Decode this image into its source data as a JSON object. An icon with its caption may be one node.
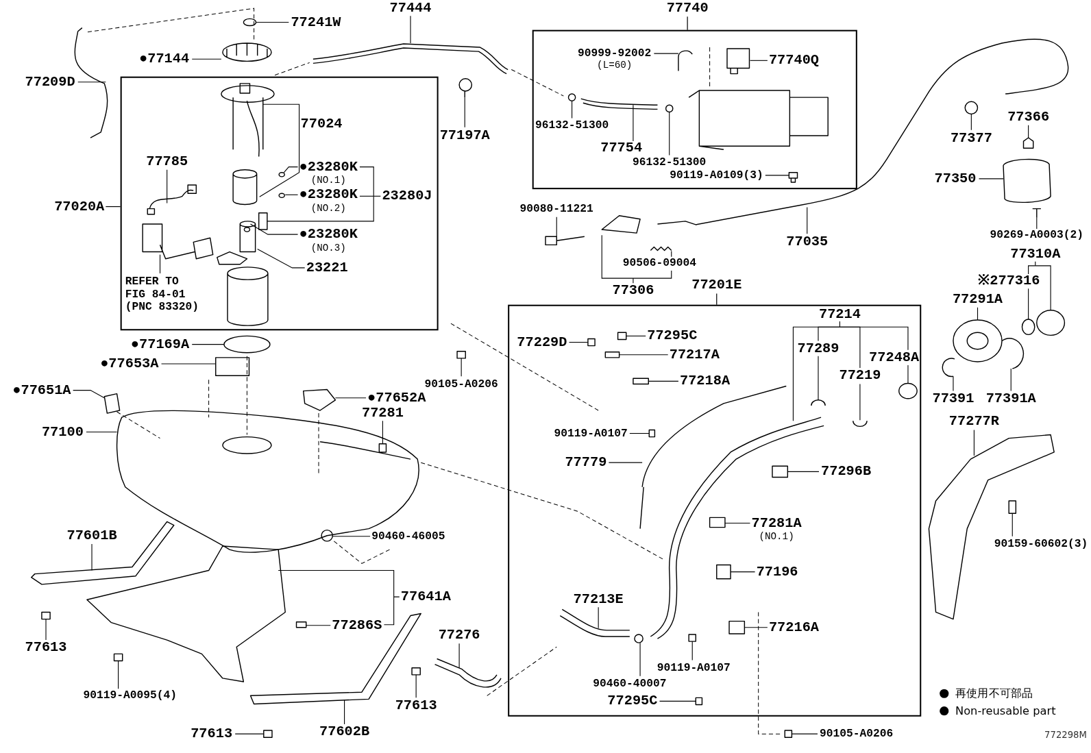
{
  "diagram": {
    "nodes": [
      {
        "text": [
          "77209D"
        ]
      },
      {
        "text": [
          "77241W"
        ]
      },
      {
        "text": [
          "●77144"
        ]
      },
      {
        "text": [
          "77444"
        ]
      },
      {
        "text": [
          "77740"
        ]
      },
      {
        "text": [
          "90999-92002",
          "(L=60)"
        ],
        "in": 4
      },
      {
        "text": [
          "77740Q"
        ],
        "in": 4
      },
      {
        "text": [
          "96132-51300"
        ],
        "in": 4
      },
      {
        "text": [
          "77754"
        ],
        "in": 4
      },
      {
        "text": [
          "96132-51300"
        ],
        "in": 4
      },
      {
        "text": [
          "90119-A0109(3)"
        ],
        "in": 4
      },
      {
        "text": [
          "77020A"
        ]
      },
      {
        "text": [
          "77024"
        ],
        "in": 11
      },
      {
        "text": [
          "77785"
        ],
        "in": 11
      },
      {
        "text": [
          "●23280K",
          "(NO.1)"
        ],
        "in": 11
      },
      {
        "text": [
          "●23280K",
          "(NO.2)"
        ],
        "in": 11
      },
      {
        "text": [
          "23280J"
        ],
        "in": 11
      },
      {
        "text": [
          "●23280K",
          "(NO.3)"
        ],
        "in": 11
      },
      {
        "text": [
          "23221"
        ],
        "in": 11
      },
      {
        "text": [
          "REFER TO FIG 84-01 (PNC 83320)"
        ],
        "in": 11
      },
      {
        "text": [
          "77197A"
        ]
      },
      {
        "text": [
          "77377"
        ]
      },
      {
        "text": [
          "77366"
        ]
      },
      {
        "text": [
          "77350"
        ]
      },
      {
        "text": [
          "90080-11221"
        ]
      },
      {
        "text": [
          "90269-A0003(2)"
        ]
      },
      {
        "text": [
          "77035"
        ]
      },
      {
        "text": [
          "90506-09004"
        ]
      },
      {
        "text": [
          "77306"
        ]
      },
      {
        "text": [
          "77310A"
        ]
      },
      {
        "text": [
          "※277316"
        ]
      },
      {
        "text": [
          "77201E"
        ]
      },
      {
        "text": [
          "77214"
        ],
        "in": 31
      },
      {
        "text": [
          "77229D"
        ],
        "in": 31
      },
      {
        "text": [
          "77295C"
        ],
        "in": 31
      },
      {
        "text": [
          "77289"
        ],
        "in": 31
      },
      {
        "text": [
          "77217A"
        ],
        "in": 31
      },
      {
        "text": [
          "77248A"
        ],
        "in": 31
      },
      {
        "text": [
          "77219"
        ],
        "in": 31
      },
      {
        "text": [
          "77218A"
        ],
        "in": 31
      },
      {
        "text": [
          "90119-A0107"
        ],
        "in": 31
      },
      {
        "text": [
          "77779"
        ],
        "in": 31
      },
      {
        "text": [
          "77296B"
        ],
        "in": 31
      },
      {
        "text": [
          "77281A",
          "(NO.1)"
        ],
        "in": 31
      },
      {
        "text": [
          "77196"
        ],
        "in": 31
      },
      {
        "text": [
          "77213E"
        ],
        "in": 31
      },
      {
        "text": [
          "77216A"
        ],
        "in": 31
      },
      {
        "text": [
          "90119-A0107"
        ],
        "in": 31
      },
      {
        "text": [
          "90460-40007"
        ],
        "in": 31
      },
      {
        "text": [
          "77295C"
        ],
        "in": 31
      },
      {
        "text": [
          "77291A"
        ]
      },
      {
        "text": [
          "●77169A"
        ]
      },
      {
        "text": [
          "●77653A"
        ]
      },
      {
        "text": [
          "90105-A0206"
        ]
      },
      {
        "text": [
          "●77651A"
        ]
      },
      {
        "text": [
          "●77652A"
        ]
      },
      {
        "text": [
          "77281"
        ]
      },
      {
        "text": [
          "77391"
        ]
      },
      {
        "text": [
          "77391A"
        ]
      },
      {
        "text": [
          "77100"
        ]
      },
      {
        "text": [
          "77277R"
        ]
      },
      {
        "text": [
          "90460-46005"
        ]
      },
      {
        "text": [
          "77601B"
        ]
      },
      {
        "text": [
          "90159-60602(3)"
        ]
      },
      {
        "text": [
          "77641A"
        ]
      },
      {
        "text": [
          "77286S"
        ]
      },
      {
        "text": [
          "77613"
        ]
      },
      {
        "text": [
          "77276"
        ]
      },
      {
        "text": [
          "90119-A0095(4)"
        ]
      },
      {
        "text": [
          "77613"
        ]
      },
      {
        "text": [
          "77602B"
        ]
      },
      {
        "text": [
          "77613"
        ]
      },
      {
        "text": [
          "90105-A0206"
        ]
      }
    ],
    "edges": [
      {
        "from": 0,
        "to": null,
        "arrow": "none"
      },
      {
        "from": 1,
        "to": null,
        "arrow": "none"
      },
      {
        "from": 2,
        "to": null,
        "arrow": "none"
      },
      {
        "from": 3,
        "to": null,
        "arrow": "none"
      },
      {
        "from": 5,
        "to": null,
        "arrow": "none"
      },
      {
        "from": 6,
        "to": null,
        "arrow": "none"
      },
      {
        "from": 7,
        "to": null,
        "arrow": "none"
      },
      {
        "from": 8,
        "to": null,
        "arrow": "none"
      },
      {
        "from": 9,
        "to": null,
        "arrow": "none"
      },
      {
        "from": 10,
        "to": null,
        "arrow": "none"
      },
      {
        "from": 12,
        "to": null,
        "arrow": "none"
      },
      {
        "from": 13,
        "to": null,
        "arrow": "none"
      },
      {
        "from": 14,
        "to": null,
        "arrow": "none"
      },
      {
        "from": 15,
        "to": null,
        "arrow": "none"
      },
      {
        "from": 16,
        "to": 14,
        "arrow": "none"
      },
      {
        "from": 16,
        "to": 15,
        "arrow": "none"
      },
      {
        "from": 16,
        "to": null,
        "arrow": "none"
      },
      {
        "from": 17,
        "to": null,
        "arrow": "none"
      },
      {
        "from": 18,
        "to": null,
        "arrow": "none"
      },
      {
        "from": 19,
        "to": null,
        "arrow": "none"
      },
      {
        "from": 20,
        "to": null,
        "arrow": "none"
      },
      {
        "from": 21,
        "to": null,
        "arrow": "none"
      },
      {
        "from": 22,
        "to": null,
        "arrow": "none"
      },
      {
        "from": 23,
        "to": null,
        "arrow": "none"
      },
      {
        "from": 24,
        "to": null,
        "arrow": "none"
      },
      {
        "from": 25,
        "to": null,
        "arrow": "none"
      },
      {
        "from": 26,
        "to": null,
        "arrow": "none"
      },
      {
        "from": 27,
        "to": null,
        "arrow": "none"
      },
      {
        "from": 28,
        "to": null,
        "arrow": "none"
      },
      {
        "from": 29,
        "to": null,
        "arrow": "none"
      },
      {
        "from": 29,
        "to": 30,
        "arrow": "none"
      },
      {
        "from": 30,
        "to": null,
        "arrow": "none"
      },
      {
        "from": 32,
        "to": 35,
        "arrow": "none"
      },
      {
        "from": 32,
        "to": 38,
        "arrow": "none"
      },
      {
        "from": 32,
        "to": 37,
        "arrow": "none"
      },
      {
        "from": 32,
        "to": null,
        "arrow": "none"
      },
      {
        "from": 35,
        "to": null,
        "arrow": "none"
      },
      {
        "from": 38,
        "to": null,
        "arrow": "none"
      },
      {
        "from": 37,
        "to": null,
        "arrow": "none"
      },
      {
        "from": 33,
        "to": null,
        "arrow": "none"
      },
      {
        "from": 34,
        "to": null,
        "arrow": "none"
      },
      {
        "from": 36,
        "to": null,
        "arrow": "none"
      },
      {
        "from": 39,
        "to": null,
        "arrow": "none"
      },
      {
        "from": 40,
        "to": null,
        "arrow": "none"
      },
      {
        "from": 41,
        "to": null,
        "arrow": "none"
      },
      {
        "from": 42,
        "to": null,
        "arrow": "none"
      },
      {
        "from": 43,
        "to": null,
        "arrow": "none"
      },
      {
        "from": 44,
        "to": null,
        "arrow": "none"
      },
      {
        "from": 45,
        "to": null,
        "arrow": "none"
      },
      {
        "from": 46,
        "to": null,
        "arrow": "none"
      },
      {
        "from": 47,
        "to": null,
        "arrow": "none"
      },
      {
        "from": 48,
        "to": null,
        "arrow": "none"
      },
      {
        "from": 49,
        "to": null,
        "arrow": "none"
      },
      {
        "from": 50,
        "to": null,
        "arrow": "none"
      },
      {
        "from": 51,
        "to": null,
        "arrow": "none"
      },
      {
        "from": 52,
        "to": null,
        "arrow": "none"
      },
      {
        "from": 54,
        "to": null,
        "arrow": "none"
      },
      {
        "from": 55,
        "to": null,
        "arrow": "none"
      },
      {
        "from": 56,
        "to": null,
        "arrow": "none"
      },
      {
        "from": 53,
        "to": null,
        "arrow": "none"
      },
      {
        "from": 57,
        "to": null,
        "arrow": "none"
      },
      {
        "from": 58,
        "to": null,
        "arrow": "none"
      },
      {
        "from": 59,
        "to": null,
        "arrow": "none"
      },
      {
        "from": 60,
        "to": null,
        "arrow": "none"
      },
      {
        "from": 61,
        "to": null,
        "arrow": "none"
      },
      {
        "from": 62,
        "to": null,
        "arrow": "none"
      },
      {
        "from": 63,
        "to": null,
        "arrow": "none"
      },
      {
        "from": 64,
        "to": null,
        "arrow": "none"
      },
      {
        "from": 65,
        "to": null,
        "arrow": "none"
      },
      {
        "from": 66,
        "to": null,
        "arrow": "none"
      },
      {
        "from": 67,
        "to": null,
        "arrow": "none"
      },
      {
        "from": 68,
        "to": null,
        "arrow": "none"
      },
      {
        "from": 69,
        "to": null,
        "arrow": "none"
      },
      {
        "from": 70,
        "to": null,
        "arrow": "none"
      },
      {
        "from": 71,
        "to": null,
        "arrow": "none"
      },
      {
        "from": 72,
        "to": null,
        "arrow": "none"
      }
    ],
    "labels": [
      "772298M"
    ],
    "legend": [
      {
        "text": "再使用不可部品"
      },
      {
        "text": "Non-reusable part"
      }
    ]
  }
}
